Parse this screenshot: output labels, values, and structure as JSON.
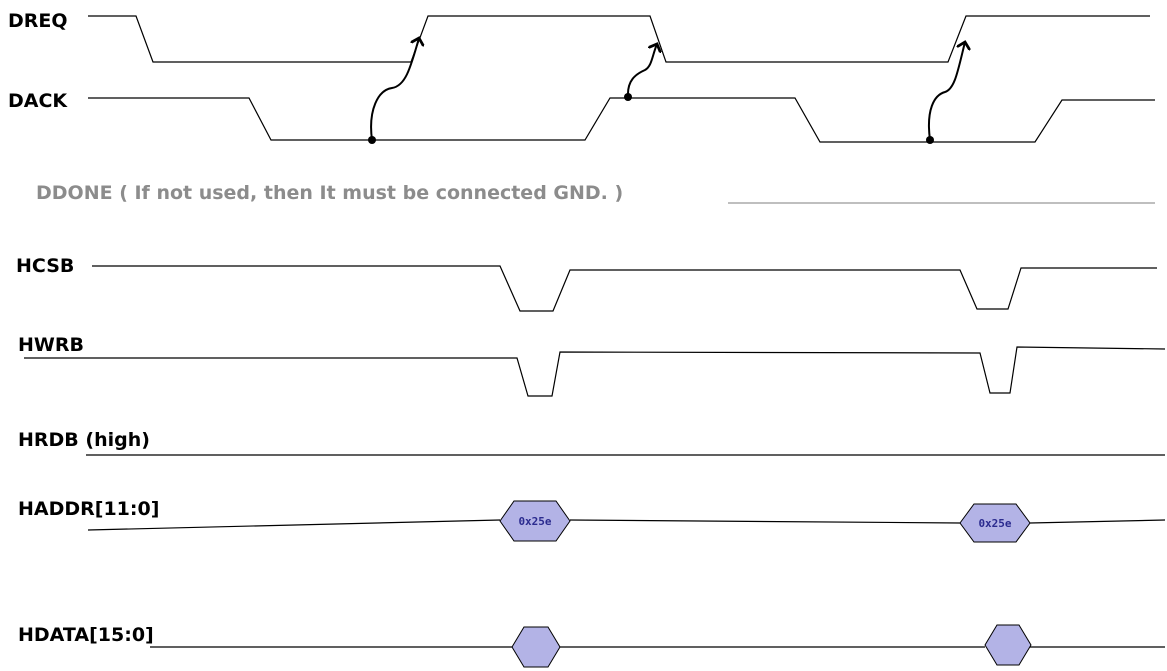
{
  "signals": {
    "dreq": "DREQ",
    "dack": "DACK",
    "ddone_note": "DDONE ( If not used, then It must be connected GND. )",
    "hcsb": "HCSB",
    "hwrb": "HWRB",
    "hrdb": "HRDB (high)",
    "haddr": "HADDR[11:0]",
    "hdata": "HDATA[15:0]"
  },
  "bus_values": {
    "haddr_1": "0x25e",
    "haddr_2": "0x25e",
    "hdata_1": "",
    "hdata_2": ""
  },
  "colors": {
    "bus_fill": "#b3b3e6",
    "bus_text": "#2b2b8f",
    "note_text": "#8c8c8c",
    "ddone_line": "#999999"
  }
}
